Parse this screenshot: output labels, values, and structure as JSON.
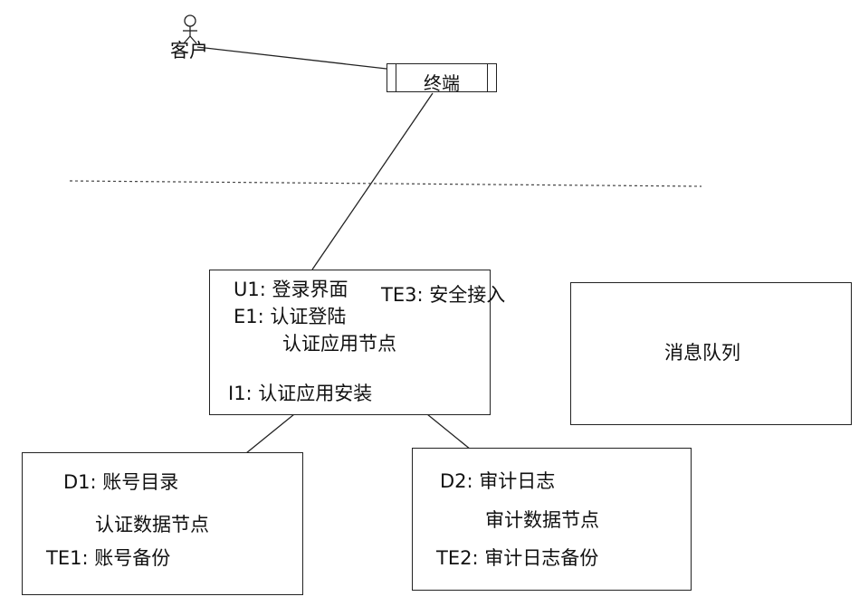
{
  "actor": {
    "label": "客户"
  },
  "terminal": {
    "label": "终端"
  },
  "auth_app_node": {
    "name": "认证应用节点",
    "items": [
      "U1: 登录界面",
      "E1: 认证登陆",
      "I1: 认证应用安装",
      "TE3: 安全接入"
    ]
  },
  "message_queue": {
    "name": "消息队列"
  },
  "auth_data_node": {
    "name": "认证数据节点",
    "items": [
      "D1: 账号目录",
      "TE1: 账号备份"
    ]
  },
  "audit_data_node": {
    "name": "审计数据节点",
    "items": [
      "D2: 审计日志",
      "TE2: 审计日志备份"
    ]
  }
}
